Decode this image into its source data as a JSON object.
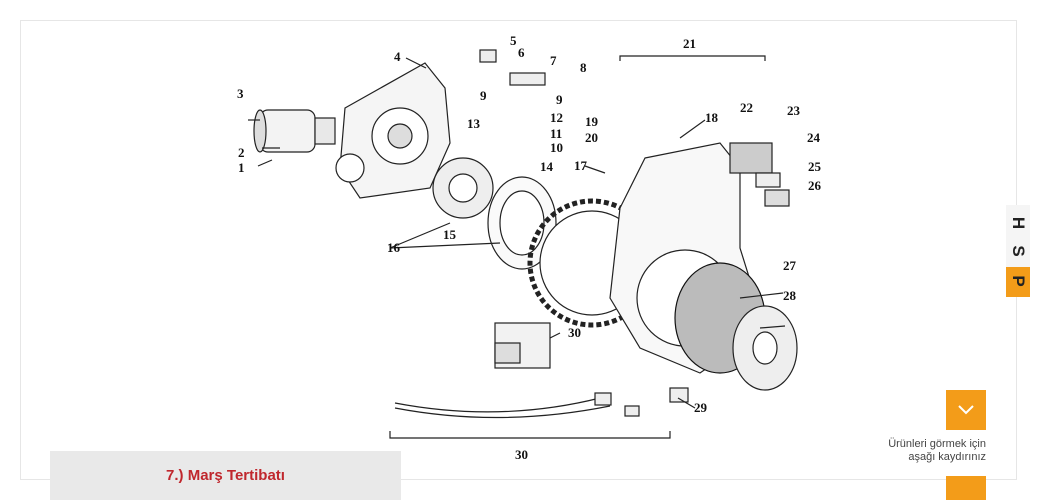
{
  "diagram": {
    "part_numbers": [
      "1",
      "2",
      "3",
      "4",
      "5",
      "6",
      "7",
      "8",
      "9",
      "9",
      "10",
      "11",
      "12",
      "13",
      "14",
      "15",
      "16",
      "17",
      "18",
      "19",
      "20",
      "21",
      "22",
      "23",
      "24",
      "25",
      "26",
      "27",
      "28",
      "29",
      "30",
      "30"
    ]
  },
  "caption": {
    "label": "7.) Marş Tertibatı"
  },
  "side_tab": {
    "letters": [
      "H",
      "S",
      "P"
    ]
  },
  "scroll_hint": {
    "line1": "Ürünleri görmek için",
    "line2": "aşağı kaydırınız",
    "icon": "chevron-down-icon"
  },
  "colors": {
    "accent": "#f39c19",
    "caption_text": "#c0272d",
    "caption_bg": "#e9e9e9"
  }
}
